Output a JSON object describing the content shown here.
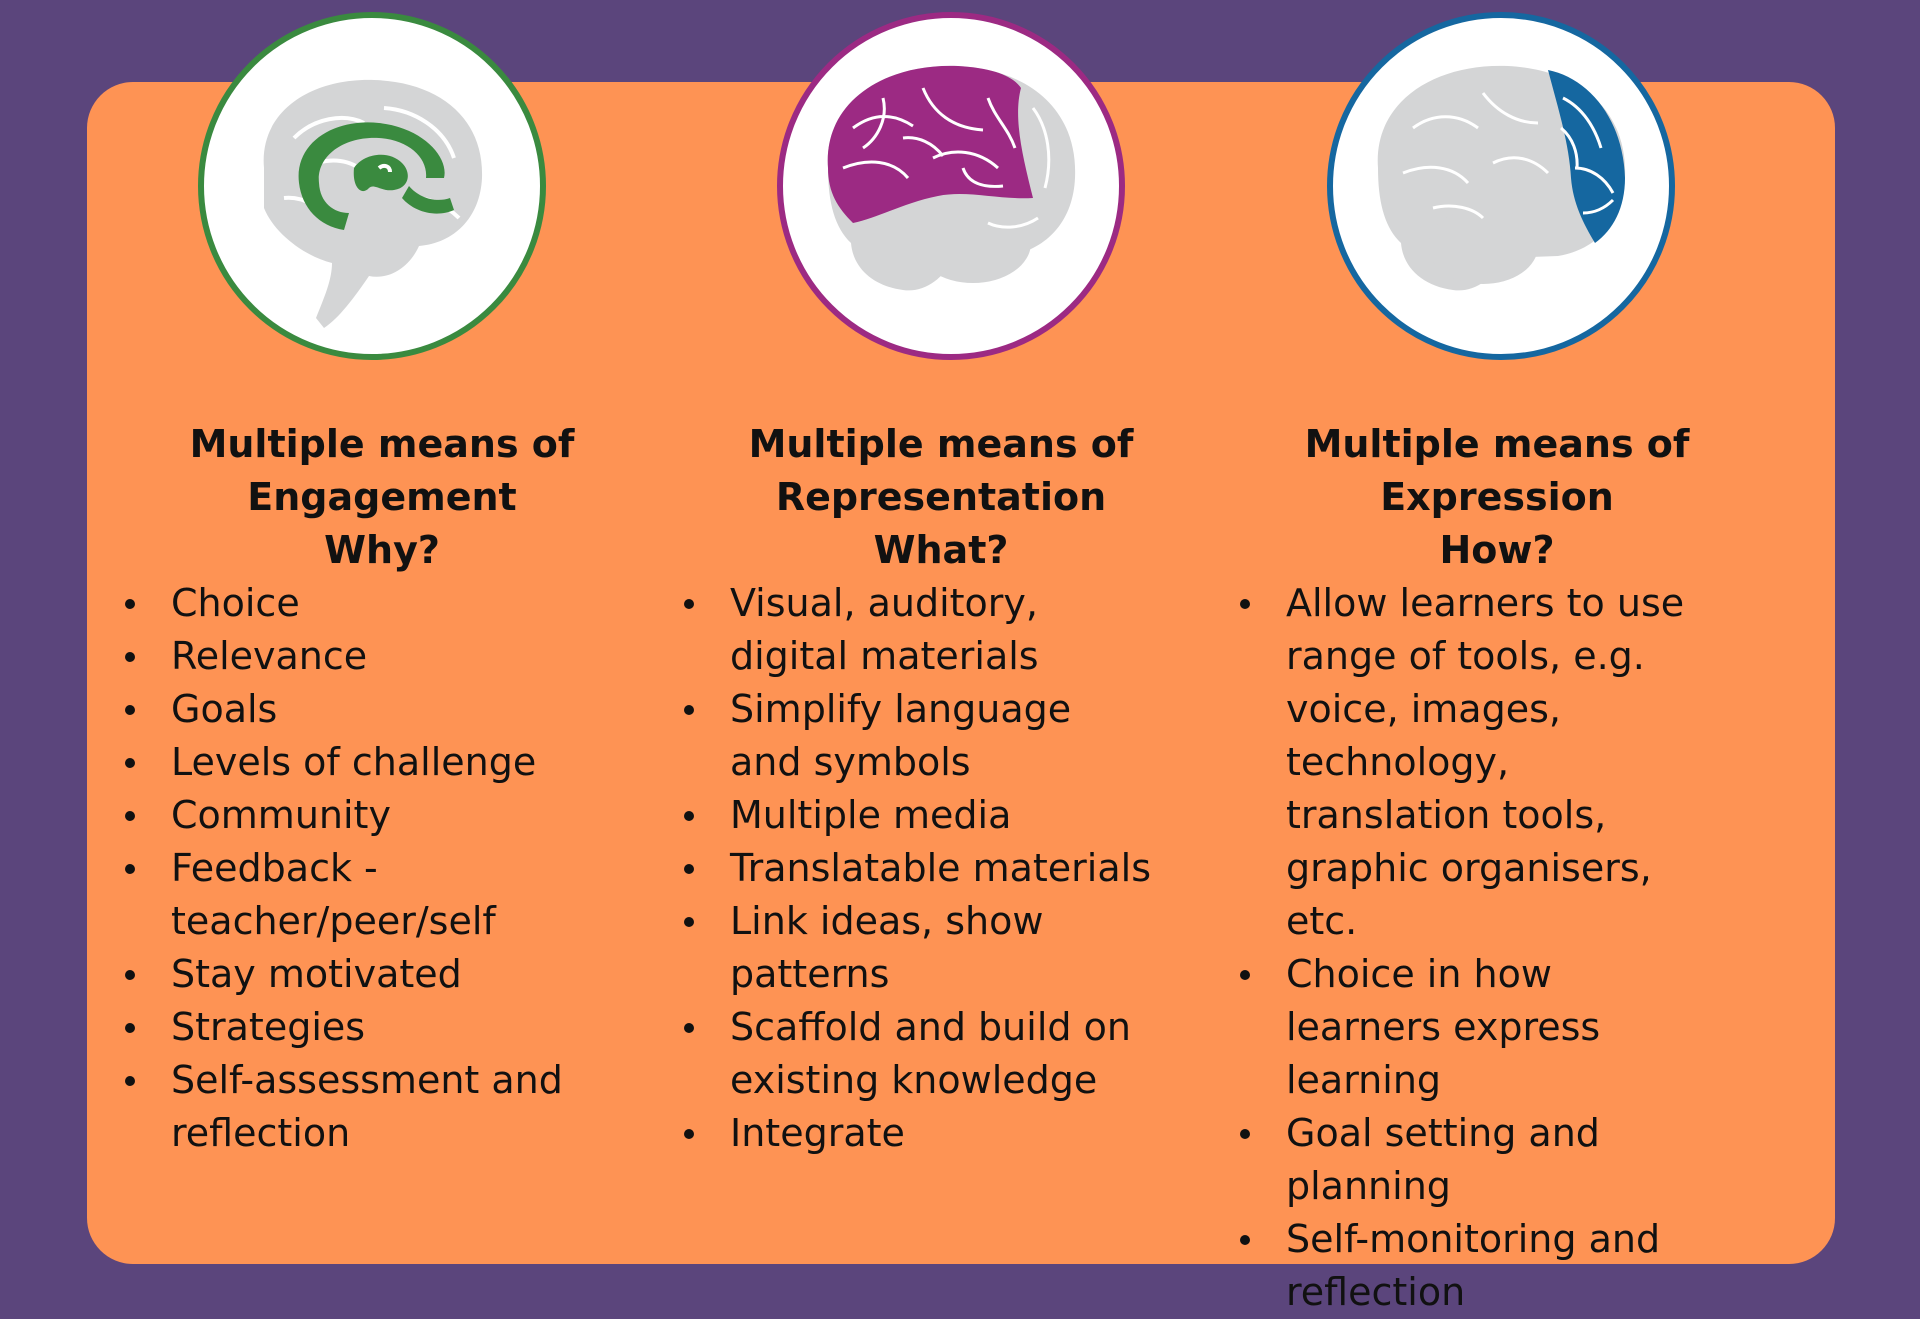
{
  "colors": {
    "background": "#5b457c",
    "panel": "#fe9354",
    "engagement": "#3a8a3f",
    "representation": "#9c2a83",
    "expression": "#1567a0",
    "brain_gray": "#d4d5d6"
  },
  "columns": [
    {
      "icon": "brain-limbic-icon",
      "heading": [
        "Multiple means of",
        "Engagement",
        "Why?"
      ],
      "items": [
        "Choice",
        "Relevance",
        "Goals",
        "Levels of challenge",
        "Community",
        "Feedback - teacher/peer/self",
        "Stay motivated",
        "Strategies",
        "Self-assessment and reflection"
      ]
    },
    {
      "icon": "brain-recognition-icon",
      "heading": [
        "Multiple means of",
        "Representation",
        "What?"
      ],
      "items": [
        "Visual, auditory, digital materials",
        "Simplify language and symbols",
        "Multiple media",
        "Translatable materials",
        "Link ideas, show patterns",
        "Scaffold and build on existing knowledge",
        "Integrate"
      ]
    },
    {
      "icon": "brain-strategic-icon",
      "heading": [
        "Multiple means of",
        "Expression",
        "How?"
      ],
      "items": [
        "Allow learners to use range of tools, e.g. voice, images, technology, translation tools, graphic organisers, etc.",
        "Choice in how learners express learning",
        "Goal setting and planning",
        "Self-monitoring and reflection"
      ]
    }
  ]
}
